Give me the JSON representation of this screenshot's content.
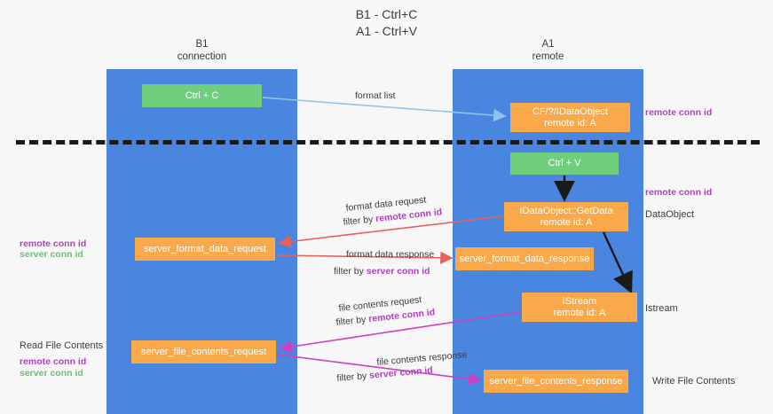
{
  "title": {
    "line1": "B1 - Ctrl+C",
    "line2": "A1 - Ctrl+V"
  },
  "lanes": [
    {
      "name": "B1",
      "sub": "connection",
      "color": "#4a86e0"
    },
    {
      "name": "A1",
      "sub": "remote",
      "color": "#4a86e0"
    }
  ],
  "colors": {
    "lane": "#4a86e0",
    "green_node": "#6fcf7f",
    "orange_node": "#f9a94a",
    "remote_conn_id": "#b23fc0",
    "server_conn_id": "#6fbf73",
    "arrow_format_list": "#8fc4ea",
    "arrow_format_data": "#e8605a",
    "arrow_file_contents": "#cf3fbf",
    "arrow_black": "#1a1a1a",
    "divider": "#1a1a1a"
  },
  "nodes": {
    "ctrl_c": "Ctrl + C",
    "data_object_l1": "CF/?/IDataObject",
    "data_object_l2": "remote id: A",
    "ctrl_v": "Ctrl + V",
    "getdata_l1": "IDataObject::GetData",
    "getdata_l2": "remote id: A",
    "server_format_data_request": "server_format_data_request",
    "server_format_data_response": "server_format_data_response",
    "istream_l1": "IStream",
    "istream_l2": "remote id: A",
    "server_file_contents_request": "server_file_contents_request",
    "server_file_contents_response": "server_file_contents_response"
  },
  "edges": {
    "format_list": "format list",
    "format_data_request": "format data request",
    "format_data_request_filter_prefix": "filter by ",
    "format_data_request_filter_key": "remote conn id",
    "format_data_response": "format data response",
    "format_data_response_filter_prefix": "filter by ",
    "format_data_response_filter_key": "server conn id",
    "file_contents_request": "file contents request",
    "file_contents_request_filter_prefix": "filter by ",
    "file_contents_request_filter_key": "remote conn id",
    "file_contents_response": "file contents response",
    "file_contents_response_filter_prefix": "filter by ",
    "file_contents_response_filter_key": "server conn id"
  },
  "annotations": {
    "right_remote_conn_id_top": "remote conn id",
    "right_remote_conn_id_mid": "remote conn id",
    "right_dataobject": "DataObject",
    "right_istream": "Istream",
    "right_write_file_contents": "Write File Contents",
    "left_read_file_contents": "Read File Contents",
    "left_remote_conn_id_mid": "remote conn id",
    "left_server_conn_id_mid": "server conn id",
    "left_remote_conn_id_bottom": "remote conn id",
    "left_server_conn_id_bottom": "server conn id"
  }
}
